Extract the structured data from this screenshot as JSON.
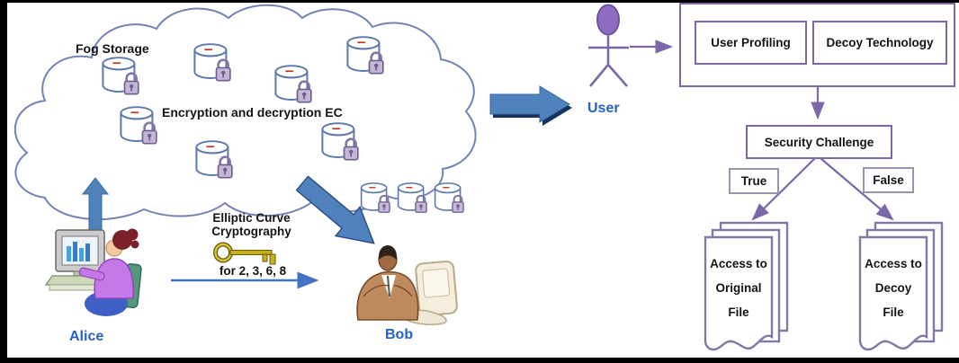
{
  "diagram": {
    "cloud": {
      "title": "Fog Storage",
      "subtitle": "Encryption and decryption EC",
      "fog_database_count": 7,
      "bob_database_count": 3
    },
    "ecc": {
      "line1": "Elliptic Curve",
      "line2": "Cryptography",
      "key_note": "for 2, 3, 6, 8"
    },
    "actors": {
      "alice": "Alice",
      "bob": "Bob",
      "user": "User"
    },
    "flowchart": {
      "user_profiling": "User Profiling",
      "decoy_technology": "Decoy Technology",
      "security_challenge": "Security Challenge",
      "branch_true": "True",
      "branch_false": "False",
      "original_file": {
        "line1": "Access to",
        "line2": "Original",
        "line3": "File"
      },
      "decoy_file": {
        "line1": "Access to",
        "line2": "Decoy",
        "line3": "File"
      }
    },
    "icons": {
      "database": "database-cylinder-icon",
      "lock": "padlock-icon",
      "key": "key-icon",
      "actor": "user-actor-icon",
      "documents": "document-stack-icon",
      "cloud": "cloud-shape"
    },
    "colors": {
      "accent_blue": "#4f81bd",
      "arrow_shadow": "#16335e",
      "thin_arrow_blue": "#4472c4",
      "label_blue": "#2462c8",
      "purple": "#7c68a8",
      "cloud_stroke": "#7282b6",
      "key_gold": "#c2ac20"
    }
  }
}
